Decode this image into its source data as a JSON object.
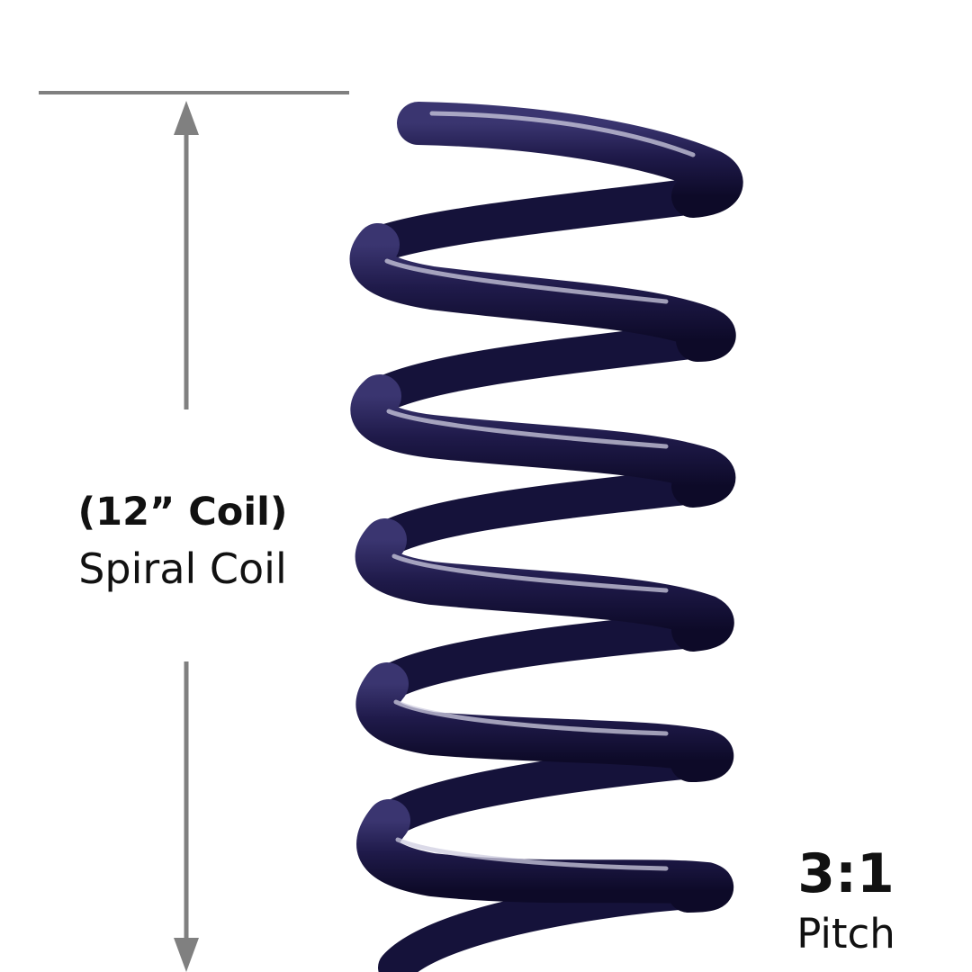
{
  "dimension": {
    "length_label": "(12” Coil)",
    "name_label": "Spiral Coil"
  },
  "pitch": {
    "value": "3:1",
    "label": "Pitch"
  },
  "colors": {
    "coil": "#1f1a4a",
    "coil_highlight": "#cfcde0",
    "dimension_line": "#808080",
    "text": "#111111",
    "background": "#ffffff"
  }
}
